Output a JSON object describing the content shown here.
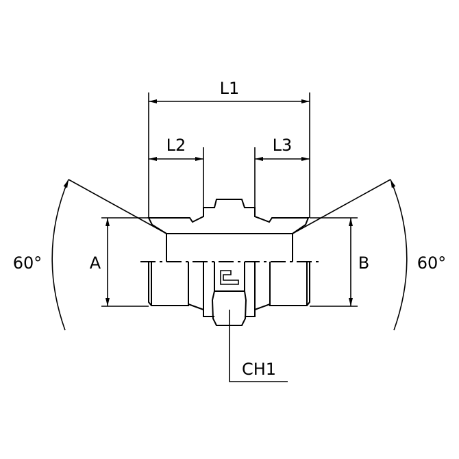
{
  "labels": {
    "l1": "L1",
    "l2": "L2",
    "l3": "L3",
    "a": "A",
    "b": "B",
    "ch1": "CH1",
    "angle_left": "60°",
    "angle_right": "60°"
  },
  "colors": {
    "line": "#000000",
    "background": "#ffffff"
  }
}
